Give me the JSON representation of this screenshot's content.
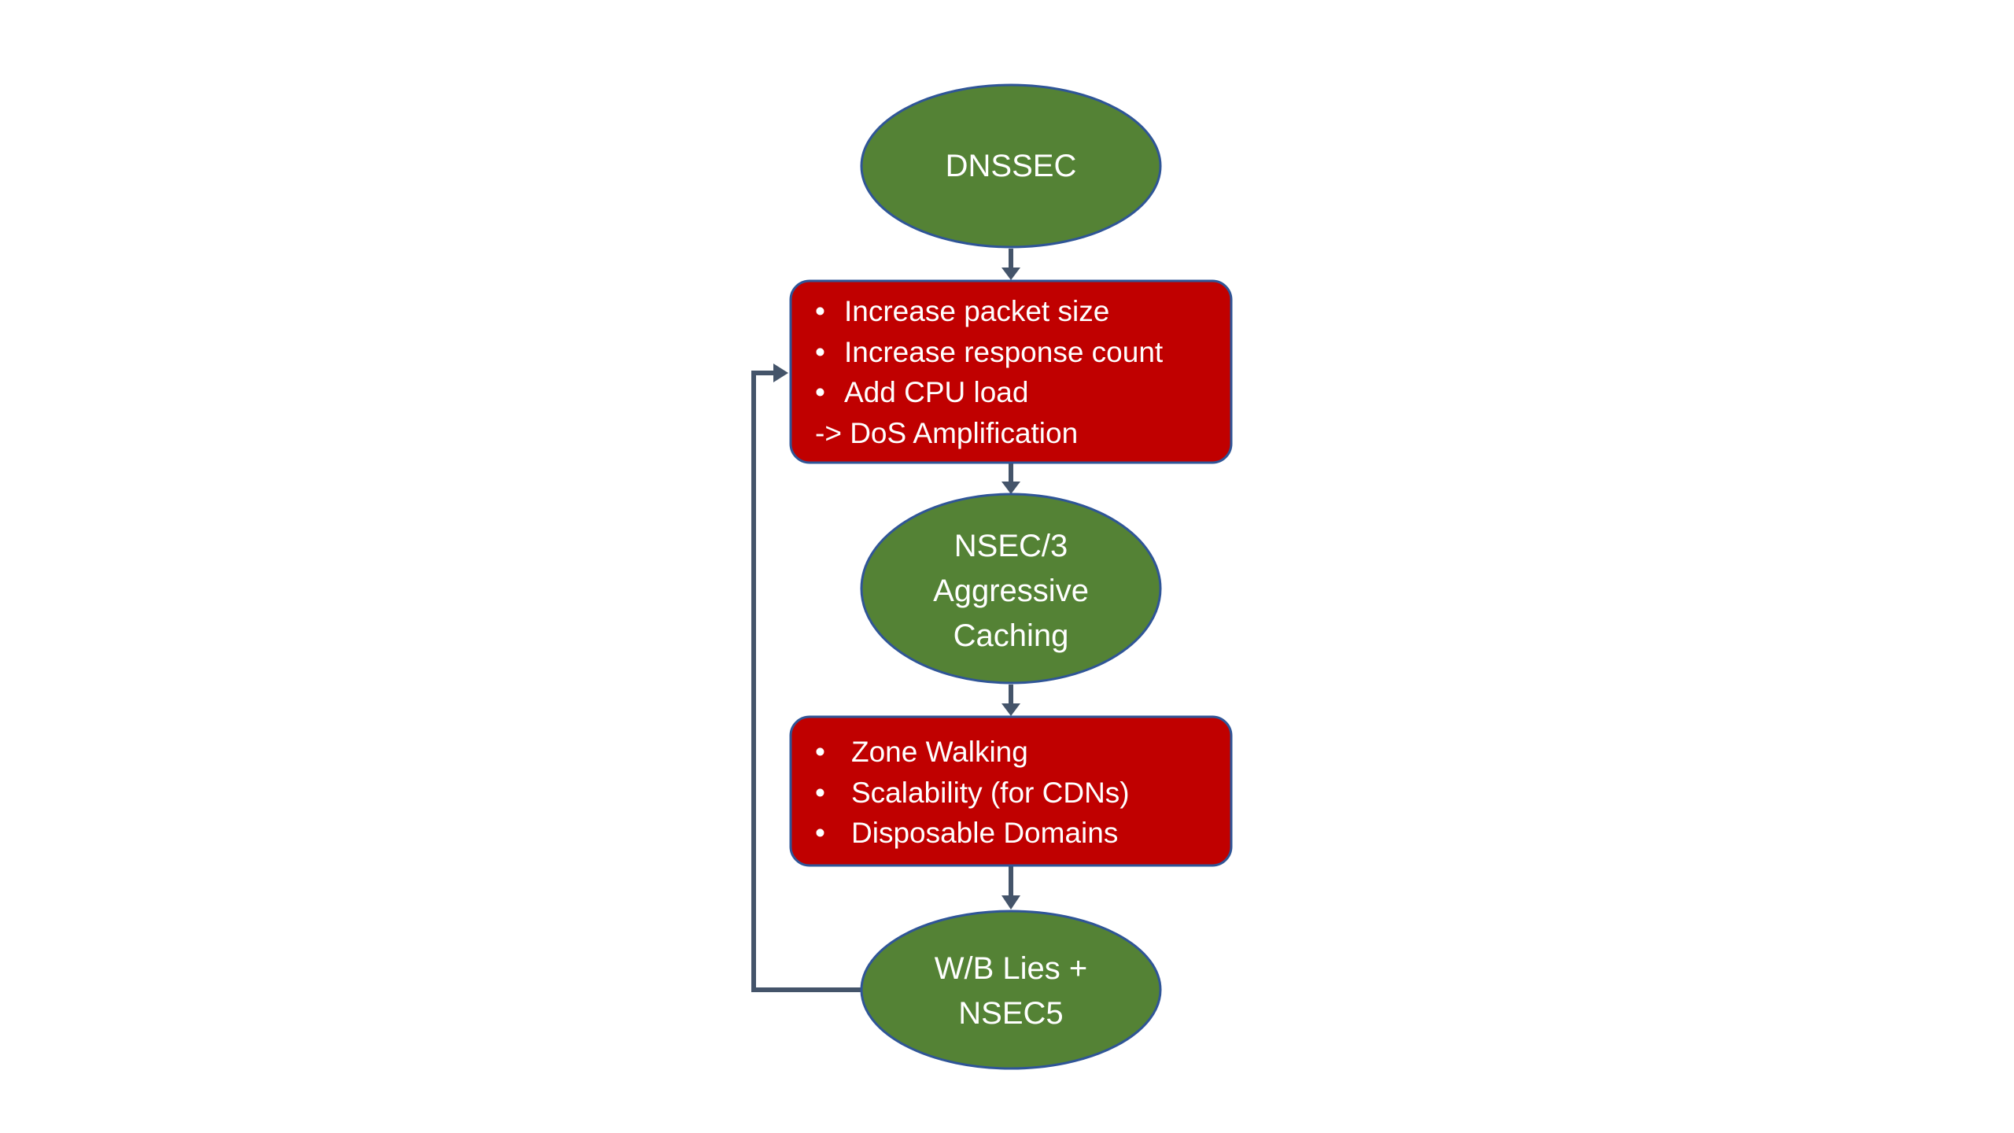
{
  "colors": {
    "ellipse_fill": "#548235",
    "box_fill": "#c00000",
    "outline": "#2f5597",
    "connector": "#44546a",
    "text": "#ffffff"
  },
  "nodes": {
    "dnssec": {
      "label": "DNSSEC"
    },
    "dnssec_issues": {
      "bullets": [
        "Increase packet size",
        "Increase response count",
        "Add CPU load"
      ],
      "conclusion": "-> DoS Amplification"
    },
    "nsec3": {
      "lines": [
        "NSEC/3",
        "Aggressive",
        "Caching"
      ]
    },
    "nsec3_issues": {
      "bullets": [
        "Zone Walking",
        "Scalability (for CDNs)",
        "Disposable Domains"
      ]
    },
    "wb_lies": {
      "lines": [
        "W/B Lies +",
        "NSEC5"
      ]
    }
  },
  "bullet_symbol": "•"
}
